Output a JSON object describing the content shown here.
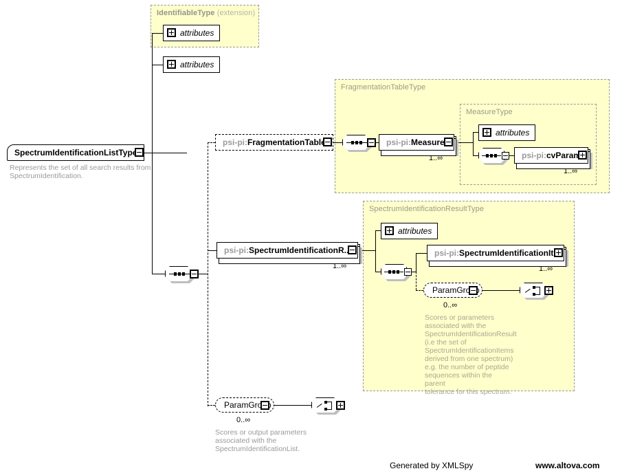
{
  "diagram": {
    "generator_note": "Generated by XMLSpy",
    "website": "www.altova.com",
    "root": {
      "name": "SpectrumIdentificationListType",
      "annotation": "Represents the set of all search results from\nSpectrumIdentification.",
      "toggle": "minus"
    },
    "panels": [
      {
        "id": "identifiable",
        "title": "IdentifiableType",
        "suffix": "(extension)",
        "children": [
          {
            "label": "attributes",
            "toggle": "plus"
          }
        ]
      },
      {
        "id": "fragmentation_table_type",
        "title": "FragmentationTableType",
        "suffix": ""
      },
      {
        "id": "measure_type",
        "title": "MeasureType",
        "suffix": ""
      },
      {
        "id": "spectrum_identification_result_type",
        "title": "SpectrumIdentificationResultType",
        "suffix": ""
      }
    ],
    "nodes": {
      "root_attributes": {
        "label": "attributes",
        "toggle": "plus"
      },
      "fragmentation_table": {
        "ns": "psi-pi:",
        "name": "FragmentationTable",
        "toggle": "minus",
        "occurrence": "",
        "optional": true
      },
      "measure": {
        "ns": "psi-pi:",
        "name": "Measure",
        "toggle": "minus",
        "occurrence": "1..∞",
        "repeated": true
      },
      "measure_attributes": {
        "label": "attributes",
        "toggle": "plus"
      },
      "cv_param": {
        "ns": "psi-pi:",
        "name": "cvParam",
        "toggle": "plus",
        "occurrence": "1..∞",
        "repeated": true
      },
      "spectrum_identification_result": {
        "ns": "psi-pi:",
        "name": "SpectrumIdentificationR...",
        "toggle": "minus",
        "occurrence": "1..∞",
        "repeated": true
      },
      "sir_attributes": {
        "label": "attributes",
        "toggle": "plus"
      },
      "spectrum_identification_item": {
        "ns": "psi-pi:",
        "name": "SpectrumIdentificationIt...",
        "toggle": "plus",
        "occurrence": "1..∞",
        "repeated": true
      },
      "param_group_inner": {
        "name": "ParamGroup",
        "toggle": "minus",
        "occurrence": "0..∞",
        "annotation": " Scores or parameters\nassociated with the\nSpectrumIdentificationResult\n(i.e the set of\nSpectrumIdentificationItems\nderived from one spectrum)\ne.g. the number of peptide\nsequences within the parent\ntolerance for this spectrum."
      },
      "param_group_inner_any": {
        "toggle": "plus"
      },
      "param_group_outer": {
        "name": "ParamGroup",
        "toggle": "minus",
        "occurrence": "0..∞",
        "annotation": "Scores or output parameters\nassociated with the\nSpectrumIdentificationList."
      },
      "param_group_outer_any": {
        "toggle": "plus"
      }
    },
    "colors": {
      "panel_fill": "#ffffcc",
      "panel_border": "#999999",
      "ns_text": "#9a9a9a",
      "annotation_text": "#9a9a9a",
      "line": "#000000"
    }
  }
}
